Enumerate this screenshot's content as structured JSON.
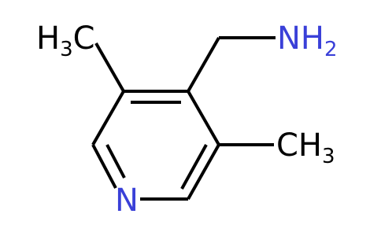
{
  "molecule": {
    "colors": {
      "bond": "#000000",
      "carbon_label": "#000000",
      "nitrogen": "#3a40d8",
      "background": "#ffffff"
    },
    "labels": {
      "ring_nitrogen": "N",
      "amine": {
        "base": "NH",
        "subscript": "2"
      },
      "methyl_left": {
        "base": "H",
        "subscript": "3",
        "tail": "C"
      },
      "methyl_right": {
        "base": "CH",
        "subscript": "3"
      }
    }
  }
}
